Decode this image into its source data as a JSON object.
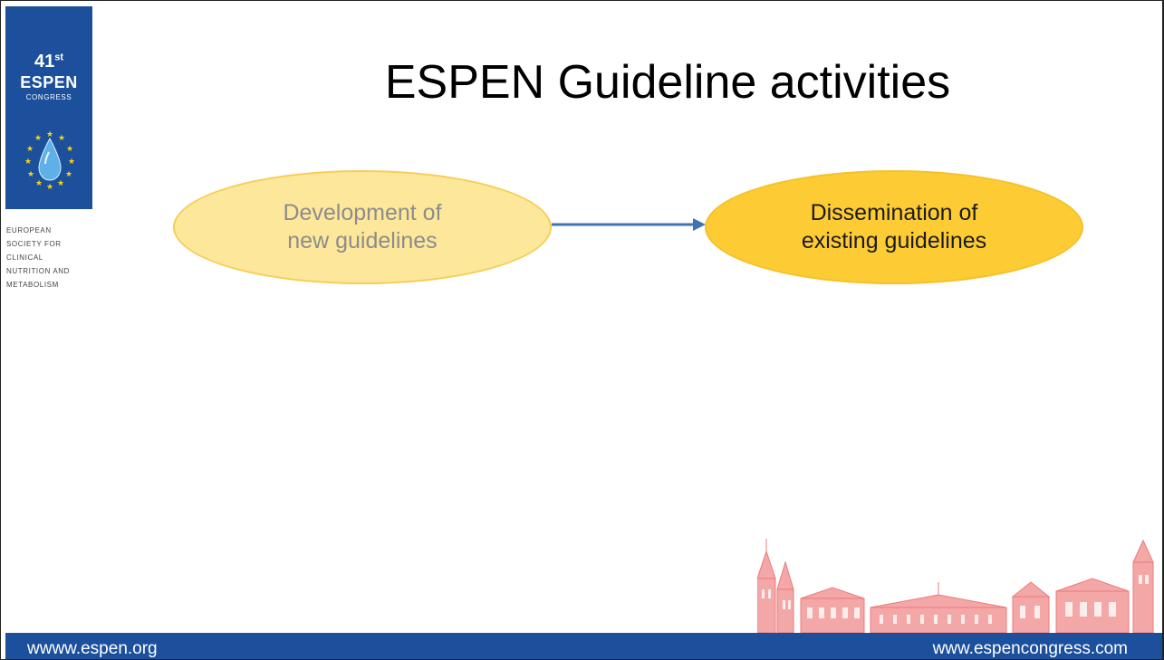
{
  "logo": {
    "number": "41",
    "suffix": "st",
    "name": "ESPEN",
    "subtitle": "CONGRESS",
    "emblem_icon": "drop-with-stars-icon"
  },
  "society_lines": [
    "EUROPEAN",
    "SOCIETY FOR",
    "CLINICAL",
    "NUTRITION AND",
    "METABOLISM"
  ],
  "title": "ESPEN Guideline activities",
  "flow": {
    "left": {
      "line1": "Development of",
      "line2": "new guidelines"
    },
    "right": {
      "line1": "Dissemination of",
      "line2": "existing guidelines"
    },
    "arrow_icon": "right-arrow-icon"
  },
  "decor": {
    "skyline_icon": "city-skyline-illustration"
  },
  "footer": {
    "left": "wwww.espen.org",
    "right": "www.espencongress.com"
  },
  "colors": {
    "banner_blue": "#1c4f9c",
    "ellipse_light": "#fde79a",
    "ellipse_dark": "#fdcb33",
    "arrow": "#3f73b4",
    "skyline": "#f07a7a"
  }
}
